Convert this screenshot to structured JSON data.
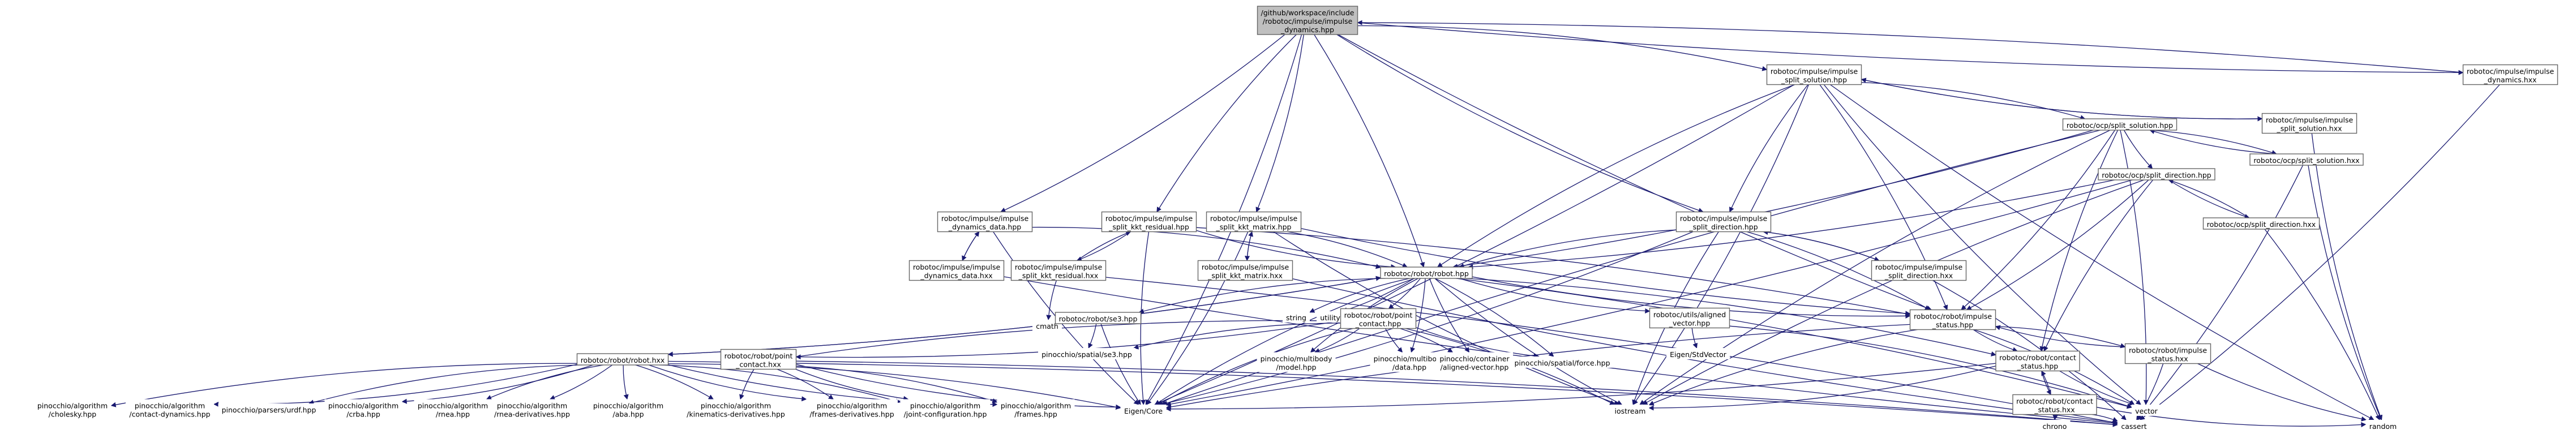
{
  "colors": {
    "node_fill": "#ffffff",
    "root_fill": "#bfbfbf",
    "node_border": "#666666",
    "edge": "#191970",
    "background": "#ffffff"
  },
  "nodes": [
    {
      "id": "root",
      "lines": [
        "/github/workspace/include",
        "/robotoc/impulse/impulse",
        "_dynamics.hpp"
      ],
      "root": true
    },
    {
      "id": "split_solution",
      "lines": [
        "robotoc/impulse/impulse",
        "_split_solution.hpp"
      ]
    },
    {
      "id": "dynamics_hxx",
      "lines": [
        "robotoc/impulse/impulse",
        "_dynamics.hxx"
      ]
    },
    {
      "id": "split_solution_hxx",
      "lines": [
        "robotoc/impulse/impulse",
        "_split_solution.hxx"
      ]
    },
    {
      "id": "ocp_split_solution",
      "lines": [
        "robotoc/ocp/split_solution.hpp"
      ]
    },
    {
      "id": "ocp_split_solution_hxx",
      "lines": [
        "robotoc/ocp/split_solution.hxx"
      ]
    },
    {
      "id": "ocp_split_direction",
      "lines": [
        "robotoc/ocp/split_direction.hpp"
      ]
    },
    {
      "id": "ocp_split_direction_hxx",
      "lines": [
        "robotoc/ocp/split_direction.hxx"
      ]
    },
    {
      "id": "dynamics_data",
      "lines": [
        "robotoc/impulse/impulse",
        "_dynamics_data.hpp"
      ]
    },
    {
      "id": "dynamics_data_hxx",
      "lines": [
        "robotoc/impulse/impulse",
        "_dynamics_data.hxx"
      ]
    },
    {
      "id": "kkt_residual",
      "lines": [
        "robotoc/impulse/impulse",
        "_split_kkt_residual.hpp"
      ]
    },
    {
      "id": "kkt_residual_hxx",
      "lines": [
        "robotoc/impulse/impulse",
        "_split_kkt_residual.hxx"
      ]
    },
    {
      "id": "kkt_matrix",
      "lines": [
        "robotoc/impulse/impulse",
        "_split_kkt_matrix.hpp"
      ]
    },
    {
      "id": "kkt_matrix_hxx",
      "lines": [
        "robotoc/impulse/impulse",
        "_split_kkt_matrix.hxx"
      ]
    },
    {
      "id": "split_direction",
      "lines": [
        "robotoc/impulse/impulse",
        "_split_direction.hpp"
      ]
    },
    {
      "id": "split_direction_hxx",
      "lines": [
        "robotoc/impulse/impulse",
        "_split_direction.hxx"
      ]
    },
    {
      "id": "robot",
      "lines": [
        "robotoc/robot/robot.hpp"
      ]
    },
    {
      "id": "impulse_status",
      "lines": [
        "robotoc/robot/impulse",
        "_status.hpp"
      ]
    },
    {
      "id": "impulse_status_hxx",
      "lines": [
        "robotoc/robot/impulse",
        "_status.hxx"
      ]
    },
    {
      "id": "contact_status",
      "lines": [
        "robotoc/robot/contact",
        "_status.hpp"
      ]
    },
    {
      "id": "contact_status_hxx",
      "lines": [
        "robotoc/robot/contact",
        "_status.hxx"
      ]
    },
    {
      "id": "cmath",
      "lines": [
        "cmath"
      ],
      "plain": true
    },
    {
      "id": "string",
      "lines": [
        "string"
      ],
      "plain": true
    },
    {
      "id": "utility",
      "lines": [
        "utility"
      ],
      "plain": true
    },
    {
      "id": "se3",
      "lines": [
        "robotoc/robot/se3.hpp"
      ]
    },
    {
      "id": "point_contact",
      "lines": [
        "robotoc/robot/point",
        "_contact.hpp"
      ]
    },
    {
      "id": "aligned_vector",
      "lines": [
        "robotoc/utils/aligned",
        "_vector.hpp"
      ]
    },
    {
      "id": "stdvector",
      "lines": [
        "Eigen/StdVector"
      ],
      "plain": true
    },
    {
      "id": "se3_pin",
      "lines": [
        "pinocchio/spatial/se3.hpp"
      ],
      "plain": true
    },
    {
      "id": "multibody_model",
      "lines": [
        "pinocchio/multibody",
        "/model.hpp"
      ],
      "plain": true
    },
    {
      "id": "multibody_data",
      "lines": [
        "pinocchio/multibody",
        "/data.hpp"
      ],
      "plain": true
    },
    {
      "id": "aligned_vector_pin",
      "lines": [
        "pinocchio/container",
        "/aligned-vector.hpp"
      ],
      "plain": true
    },
    {
      "id": "force",
      "lines": [
        "pinocchio/spatial/force.hpp"
      ],
      "plain": true
    },
    {
      "id": "robot_hxx",
      "lines": [
        "robotoc/robot/robot.hxx"
      ]
    },
    {
      "id": "point_contact_hxx",
      "lines": [
        "robotoc/robot/point",
        "_contact.hxx"
      ]
    },
    {
      "id": "cholesky",
      "lines": [
        "pinocchio/algorithm",
        "/cholesky.hpp"
      ],
      "plain": true
    },
    {
      "id": "contact_dynamics",
      "lines": [
        "pinocchio/algorithm",
        "/contact-dynamics.hpp"
      ],
      "plain": true
    },
    {
      "id": "urdf",
      "lines": [
        "pinocchio/parsers/urdf.hpp"
      ],
      "plain": true
    },
    {
      "id": "crba",
      "lines": [
        "pinocchio/algorithm",
        "/crba.hpp"
      ],
      "plain": true
    },
    {
      "id": "rnea",
      "lines": [
        "pinocchio/algorithm",
        "/rnea.hpp"
      ],
      "plain": true
    },
    {
      "id": "rnea_deriv",
      "lines": [
        "pinocchio/algorithm",
        "/rnea-derivatives.hpp"
      ],
      "plain": true
    },
    {
      "id": "aba",
      "lines": [
        "pinocchio/algorithm",
        "/aba.hpp"
      ],
      "plain": true
    },
    {
      "id": "kinematics_deriv",
      "lines": [
        "pinocchio/algorithm",
        "/kinematics-derivatives.hpp"
      ],
      "plain": true
    },
    {
      "id": "frames_deriv",
      "lines": [
        "pinocchio/algorithm",
        "/frames-derivatives.hpp"
      ],
      "plain": true
    },
    {
      "id": "joint_config",
      "lines": [
        "pinocchio/algorithm",
        "/joint-configuration.hpp"
      ],
      "plain": true
    },
    {
      "id": "frames",
      "lines": [
        "pinocchio/algorithm",
        "/frames.hpp"
      ],
      "plain": true
    },
    {
      "id": "eigen_core",
      "lines": [
        "Eigen/Core"
      ],
      "plain": true
    },
    {
      "id": "iostream",
      "lines": [
        "iostream"
      ],
      "plain": true
    },
    {
      "id": "vector",
      "lines": [
        "vector"
      ],
      "plain": true
    },
    {
      "id": "cassert",
      "lines": [
        "cassert"
      ],
      "plain": true
    },
    {
      "id": "random",
      "lines": [
        "random"
      ],
      "plain": true
    },
    {
      "id": "chrono",
      "lines": [
        "chrono"
      ],
      "plain": true
    }
  ],
  "edges": [
    [
      "root",
      "split_solution"
    ],
    [
      "root",
      "dynamics_hxx"
    ],
    [
      "root",
      "dynamics_data"
    ],
    [
      "root",
      "kkt_residual"
    ],
    [
      "root",
      "kkt_matrix"
    ],
    [
      "root",
      "split_direction"
    ],
    [
      "root",
      "robot"
    ],
    [
      "root",
      "impulse_status"
    ],
    [
      "root",
      "eigen_core"
    ],
    [
      "dynamics_hxx",
      "root"
    ],
    [
      "dynamics_hxx",
      "cassert"
    ],
    [
      "split_solution",
      "split_solution_hxx"
    ],
    [
      "split_solution",
      "ocp_split_solution"
    ],
    [
      "split_solution",
      "robot"
    ],
    [
      "split_solution",
      "impulse_status"
    ],
    [
      "split_solution",
      "split_direction"
    ],
    [
      "split_solution",
      "iostream"
    ],
    [
      "split_solution",
      "vector"
    ],
    [
      "split_solution",
      "eigen_core"
    ],
    [
      "split_solution",
      "random"
    ],
    [
      "split_solution_hxx",
      "split_solution"
    ],
    [
      "split_solution_hxx",
      "random"
    ],
    [
      "ocp_split_solution",
      "ocp_split_solution_hxx"
    ],
    [
      "ocp_split_solution",
      "ocp_split_direction"
    ],
    [
      "ocp_split_solution",
      "robot"
    ],
    [
      "ocp_split_solution",
      "contact_status"
    ],
    [
      "ocp_split_solution",
      "impulse_status"
    ],
    [
      "ocp_split_solution",
      "iostream"
    ],
    [
      "ocp_split_solution",
      "vector"
    ],
    [
      "ocp_split_solution",
      "eigen_core"
    ],
    [
      "ocp_split_solution_hxx",
      "ocp_split_solution"
    ],
    [
      "ocp_split_solution_hxx",
      "random"
    ],
    [
      "ocp_split_solution_hxx",
      "cassert"
    ],
    [
      "ocp_split_direction",
      "ocp_split_direction_hxx"
    ],
    [
      "ocp_split_direction",
      "robot"
    ],
    [
      "ocp_split_direction",
      "contact_status"
    ],
    [
      "ocp_split_direction",
      "impulse_status"
    ],
    [
      "ocp_split_direction",
      "iostream"
    ],
    [
      "ocp_split_direction",
      "eigen_core"
    ],
    [
      "ocp_split_direction_hxx",
      "ocp_split_direction"
    ],
    [
      "ocp_split_direction_hxx",
      "random"
    ],
    [
      "dynamics_data",
      "dynamics_data_hxx"
    ],
    [
      "dynamics_data",
      "robot"
    ],
    [
      "dynamics_data",
      "eigen_core"
    ],
    [
      "dynamics_data_hxx",
      "dynamics_data"
    ],
    [
      "dynamics_data_hxx",
      "cassert"
    ],
    [
      "kkt_residual",
      "kkt_residual_hxx"
    ],
    [
      "kkt_residual",
      "robot"
    ],
    [
      "kkt_residual",
      "impulse_status"
    ],
    [
      "kkt_residual",
      "eigen_core"
    ],
    [
      "kkt_residual_hxx",
      "kkt_residual"
    ],
    [
      "kkt_residual_hxx",
      "cmath"
    ],
    [
      "kkt_residual_hxx",
      "cassert"
    ],
    [
      "kkt_matrix",
      "kkt_matrix_hxx"
    ],
    [
      "kkt_matrix",
      "robot"
    ],
    [
      "kkt_matrix",
      "impulse_status"
    ],
    [
      "kkt_matrix",
      "eigen_core"
    ],
    [
      "kkt_matrix",
      "iostream"
    ],
    [
      "kkt_matrix_hxx",
      "kkt_matrix"
    ],
    [
      "kkt_matrix_hxx",
      "cassert"
    ],
    [
      "split_direction",
      "split_direction_hxx"
    ],
    [
      "split_direction",
      "robot"
    ],
    [
      "split_direction",
      "impulse_status"
    ],
    [
      "split_direction",
      "iostream"
    ],
    [
      "split_direction",
      "eigen_core"
    ],
    [
      "split_direction_hxx",
      "split_direction"
    ],
    [
      "split_direction_hxx",
      "cassert"
    ],
    [
      "robot",
      "string"
    ],
    [
      "robot",
      "utility"
    ],
    [
      "robot",
      "se3"
    ],
    [
      "robot",
      "point_contact"
    ],
    [
      "robot",
      "aligned_vector"
    ],
    [
      "robot",
      "contact_status"
    ],
    [
      "robot",
      "impulse_status"
    ],
    [
      "robot",
      "robot_hxx"
    ],
    [
      "robot",
      "multibody_model"
    ],
    [
      "robot",
      "multibody_data"
    ],
    [
      "robot",
      "aligned_vector_pin"
    ],
    [
      "robot",
      "force"
    ],
    [
      "robot",
      "iostream"
    ],
    [
      "robot",
      "vector"
    ],
    [
      "robot",
      "eigen_core"
    ],
    [
      "se3",
      "se3_pin"
    ],
    [
      "se3",
      "eigen_core"
    ],
    [
      "point_contact",
      "multibody_model"
    ],
    [
      "point_contact",
      "multibody_data"
    ],
    [
      "point_contact",
      "aligned_vector_pin"
    ],
    [
      "point_contact",
      "force"
    ],
    [
      "point_contact",
      "point_contact_hxx"
    ],
    [
      "point_contact",
      "se3_pin"
    ],
    [
      "point_contact",
      "iostream"
    ],
    [
      "point_contact",
      "eigen_core"
    ],
    [
      "point_contact_hxx",
      "point_contact"
    ],
    [
      "point_contact_hxx",
      "kinematics_deriv"
    ],
    [
      "point_contact_hxx",
      "frames_deriv"
    ],
    [
      "point_contact_hxx",
      "joint_config"
    ],
    [
      "point_contact_hxx",
      "frames"
    ],
    [
      "point_contact_hxx",
      "eigen_core"
    ],
    [
      "point_contact_hxx",
      "cassert"
    ],
    [
      "aligned_vector",
      "stdvector"
    ],
    [
      "aligned_vector",
      "vector"
    ],
    [
      "robot_hxx",
      "cholesky"
    ],
    [
      "robot_hxx",
      "contact_dynamics"
    ],
    [
      "robot_hxx",
      "urdf"
    ],
    [
      "robot_hxx",
      "crba"
    ],
    [
      "robot_hxx",
      "rnea"
    ],
    [
      "robot_hxx",
      "rnea_deriv"
    ],
    [
      "robot_hxx",
      "aba"
    ],
    [
      "robot_hxx",
      "kinematics_deriv"
    ],
    [
      "robot_hxx",
      "frames_deriv"
    ],
    [
      "robot_hxx",
      "joint_config"
    ],
    [
      "robot_hxx",
      "frames"
    ],
    [
      "robot_hxx",
      "eigen_core"
    ],
    [
      "robot_hxx",
      "robot"
    ],
    [
      "robot_hxx",
      "cassert"
    ],
    [
      "impulse_status",
      "contact_status"
    ],
    [
      "impulse_status",
      "impulse_status_hxx"
    ],
    [
      "impulse_status",
      "iostream"
    ],
    [
      "impulse_status",
      "vector"
    ],
    [
      "impulse_status",
      "eigen_core"
    ],
    [
      "impulse_status_hxx",
      "impulse_status"
    ],
    [
      "impulse_status_hxx",
      "random"
    ],
    [
      "impulse_status_hxx",
      "cassert"
    ],
    [
      "contact_status",
      "contact_status_hxx"
    ],
    [
      "contact_status",
      "iostream"
    ],
    [
      "contact_status",
      "vector"
    ],
    [
      "contact_status",
      "eigen_core"
    ],
    [
      "contact_status_hxx",
      "contact_status"
    ],
    [
      "contact_status_hxx",
      "chrono"
    ],
    [
      "contact_status_hxx",
      "random"
    ],
    [
      "contact_status_hxx",
      "cassert"
    ]
  ]
}
